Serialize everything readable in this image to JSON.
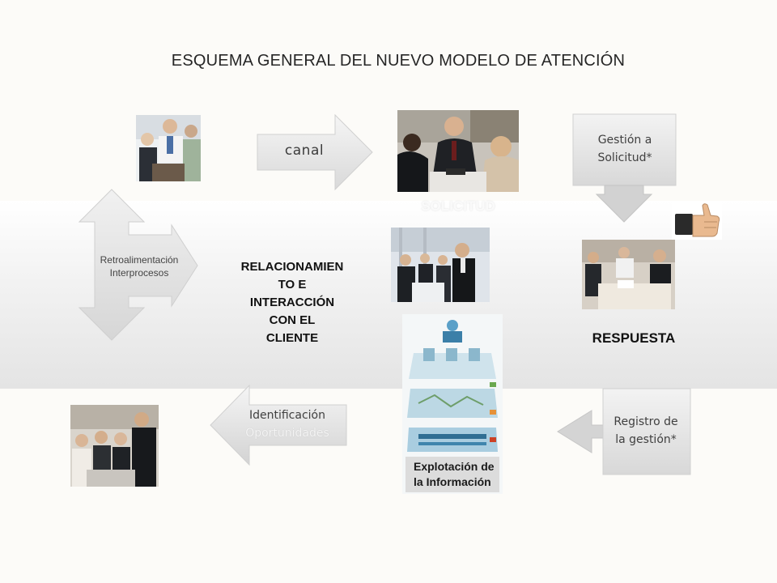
{
  "title": "ESQUEMA GENERAL DEL NUEVO MODELO DE ATENCIÓN",
  "arrows": {
    "canal": "canal",
    "gestion_line1": "Gestión a",
    "gestion_line2": "Solicitud*",
    "retro_line1": "Retroalimentación",
    "retro_line2": "Interprocesos",
    "registro_line1": "Registro de",
    "registro_line2": "la gestión*",
    "identificacion_line1": "Identificación",
    "identificacion_line2": "Oportunidades"
  },
  "labels": {
    "solicitud": "SOLICITUD",
    "relacionamiento_lines": [
      "RELACIONAMIEN",
      "TO E",
      "INTERACCIÓN",
      "CON EL",
      "CLIENTE"
    ],
    "respuesta": "RESPUESTA",
    "explotacion_line1": "Explotación de",
    "explotacion_line2": "la Información"
  },
  "colors": {
    "arrow_fill": "#e6e6e6",
    "arrow_edge": "#cfcfcf",
    "band": "#e8e8e8"
  }
}
